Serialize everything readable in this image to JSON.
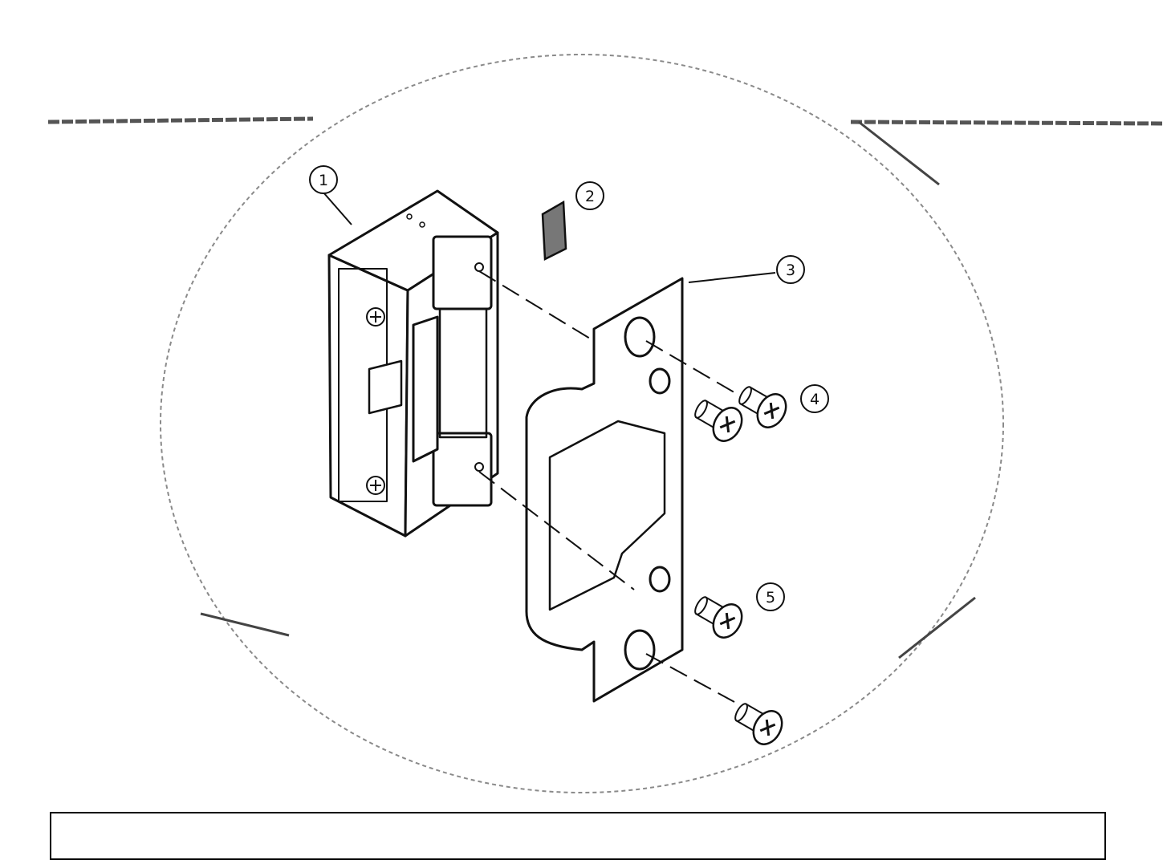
{
  "diagram": {
    "type": "exploded-parts-view",
    "colors": {
      "ink": "#111111",
      "paper": "#ffffff",
      "speckle": "#9a9a9a"
    },
    "callouts": [
      {
        "id": "1",
        "label": "1",
        "part": "strike-body"
      },
      {
        "id": "2",
        "label": "2",
        "part": "shim-plate"
      },
      {
        "id": "3",
        "label": "3",
        "part": "faceplate"
      },
      {
        "id": "4",
        "label": "4",
        "part": "upper-screws"
      },
      {
        "id": "5",
        "label": "5",
        "part": "lower-screws"
      }
    ]
  }
}
